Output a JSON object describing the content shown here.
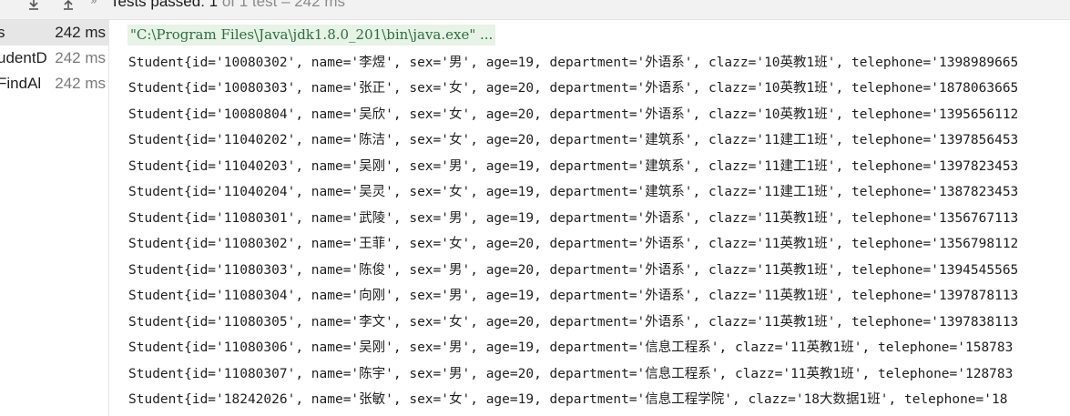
{
  "toolbar": {
    "status_passed": "Tests passed: 1",
    "status_rest": " of 1 test – 242 ms",
    "icons": [
      "sort-down-icon",
      "sort-up-icon",
      "chevron-right-icon"
    ]
  },
  "tree": {
    "rows": [
      {
        "name": "s",
        "time": "242 ms"
      },
      {
        "name": "udentD",
        "time": "242 ms"
      },
      {
        "name": "FindAl",
        "time": "242 ms"
      }
    ]
  },
  "console": {
    "command": "\"C:\\Program Files\\Java\\jdk1.8.0_201\\bin\\java.exe\" ...",
    "lines": [
      "Student{id='10080302', name='李煜', sex='男', age=19, department='外语系', clazz='10英教1班', telephone='1398989665",
      "Student{id='10080303', name='张正', sex='女', age=20, department='外语系', clazz='10英教1班', telephone='1878063665",
      "Student{id='10080804', name='吴欣', sex='女', age=20, department='外语系', clazz='10英教1班', telephone='1395656112",
      "Student{id='11040202', name='陈洁', sex='女', age=20, department='建筑系', clazz='11建工1班', telephone='1397856453",
      "Student{id='11040203', name='吴刚', sex='男', age=19, department='建筑系', clazz='11建工1班', telephone='1397823453",
      "Student{id='11040204', name='吴灵', sex='女', age=19, department='建筑系', clazz='11建工1班', telephone='1387823453",
      "Student{id='11080301', name='武陵', sex='男', age=19, department='外语系', clazz='11英教1班', telephone='1356767113",
      "Student{id='11080302', name='王菲', sex='女', age=20, department='外语系', clazz='11英教1班', telephone='1356798112",
      "Student{id='11080303', name='陈俊', sex='男', age=20, department='外语系', clazz='11英教1班', telephone='1394545565",
      "Student{id='11080304', name='向刚', sex='男', age=19, department='外语系', clazz='11英教1班', telephone='1397878113",
      "Student{id='11080305', name='李文', sex='女', age=20, department='外语系', clazz='11英教1班', telephone='1397838113",
      "Student{id='11080306', name='吴刚', sex='男', age=19, department='信息工程系', clazz='11英教1班', telephone='158783",
      "Student{id='11080307', name='陈宇', sex='男', age=20, department='信息工程系', clazz='11英教1班', telephone='128783",
      "Student{id='18242026', name='张敏', sex='女', age=19, department='信息工程学院', clazz='18大数据1班', telephone='18"
    ]
  }
}
